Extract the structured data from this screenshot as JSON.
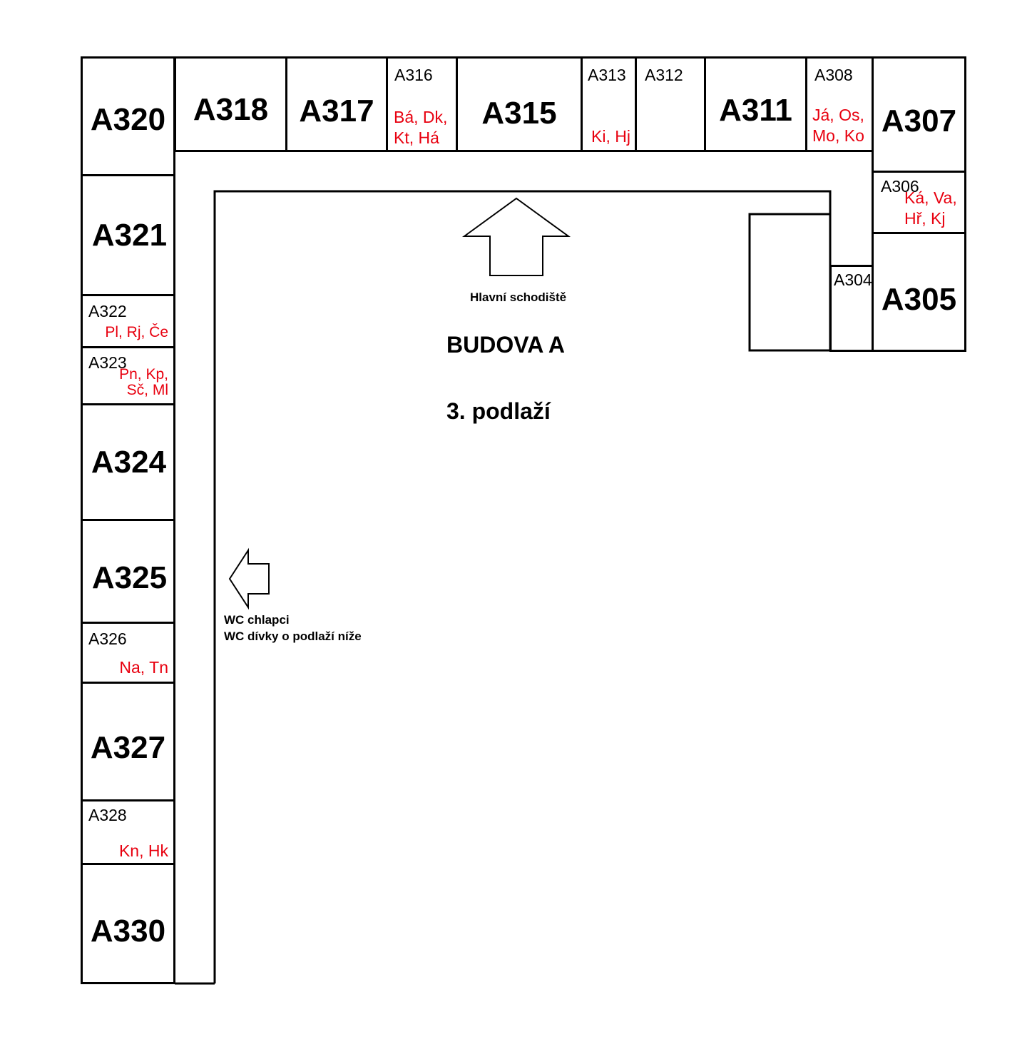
{
  "building": {
    "title": "BUDOVA A",
    "floor": "3. podlaží",
    "stairs_label": "Hlavní schodiště",
    "wc_label_line1": "WC chlapci",
    "wc_label_line2": "WC dívky o podlaží níže"
  },
  "colors": {
    "walls": "#000000",
    "occupants": "#e8000f",
    "background": "#ffffff"
  },
  "rooms": {
    "A320": {
      "number": "A320"
    },
    "A318": {
      "number": "A318"
    },
    "A317": {
      "number": "A317"
    },
    "A316": {
      "number": "A316",
      "occupants": "Bá, Dk,\nKt, Há"
    },
    "A315": {
      "number": "A315"
    },
    "A313": {
      "number": "A313",
      "occupants": "Ki, Hj"
    },
    "A312": {
      "number": "A312"
    },
    "A311": {
      "number": "A311"
    },
    "A308": {
      "number": "A308",
      "occupants": "Já, Os,\nMo, Ko"
    },
    "A307": {
      "number": "A307"
    },
    "A306": {
      "number": "A306",
      "occupants": "Ká, Va,\nHř, Kj"
    },
    "A305": {
      "number": "A305"
    },
    "A304": {
      "number": "A304"
    },
    "A321": {
      "number": "A321"
    },
    "A322": {
      "number": "A322",
      "occupants": "Pl, Rj, Če"
    },
    "A323": {
      "number": "A323",
      "occupants": "Pn, Kp,\nSč, Ml"
    },
    "A324": {
      "number": "A324"
    },
    "A325": {
      "number": "A325"
    },
    "A326": {
      "number": "A326",
      "occupants": "Na, Tn"
    },
    "A327": {
      "number": "A327"
    },
    "A328": {
      "number": "A328",
      "occupants": "Kn, Hk"
    },
    "A330": {
      "number": "A330"
    }
  }
}
